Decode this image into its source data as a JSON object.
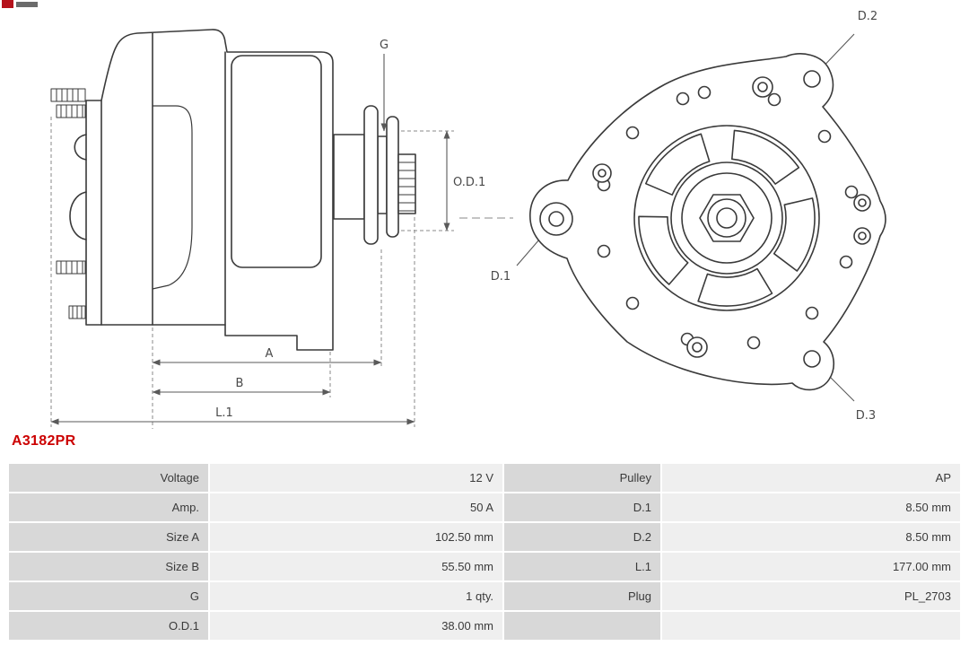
{
  "part_number": "A3182PR",
  "drawing": {
    "labels": {
      "g": "G",
      "od1": "O.D.1",
      "a": "A",
      "b": "B",
      "l1": "L.1",
      "d1": "D.1",
      "d2": "D.2",
      "d3": "D.3"
    }
  },
  "table": {
    "rows": [
      {
        "c1": "Voltage",
        "c2": "12 V",
        "c3": "Pulley",
        "c4": "AP"
      },
      {
        "c1": "Amp.",
        "c2": "50 A",
        "c3": "D.1",
        "c4": "8.50 mm"
      },
      {
        "c1": "Size A",
        "c2": "102.50 mm",
        "c3": "D.2",
        "c4": "8.50 mm"
      },
      {
        "c1": "Size B",
        "c2": "55.50 mm",
        "c3": "L.1",
        "c4": "177.00 mm"
      },
      {
        "c1": "G",
        "c2": "1 qty.",
        "c3": "Plug",
        "c4": "PL_2703"
      },
      {
        "c1": "O.D.1",
        "c2": "38.00 mm",
        "c3": "",
        "c4": ""
      }
    ]
  }
}
